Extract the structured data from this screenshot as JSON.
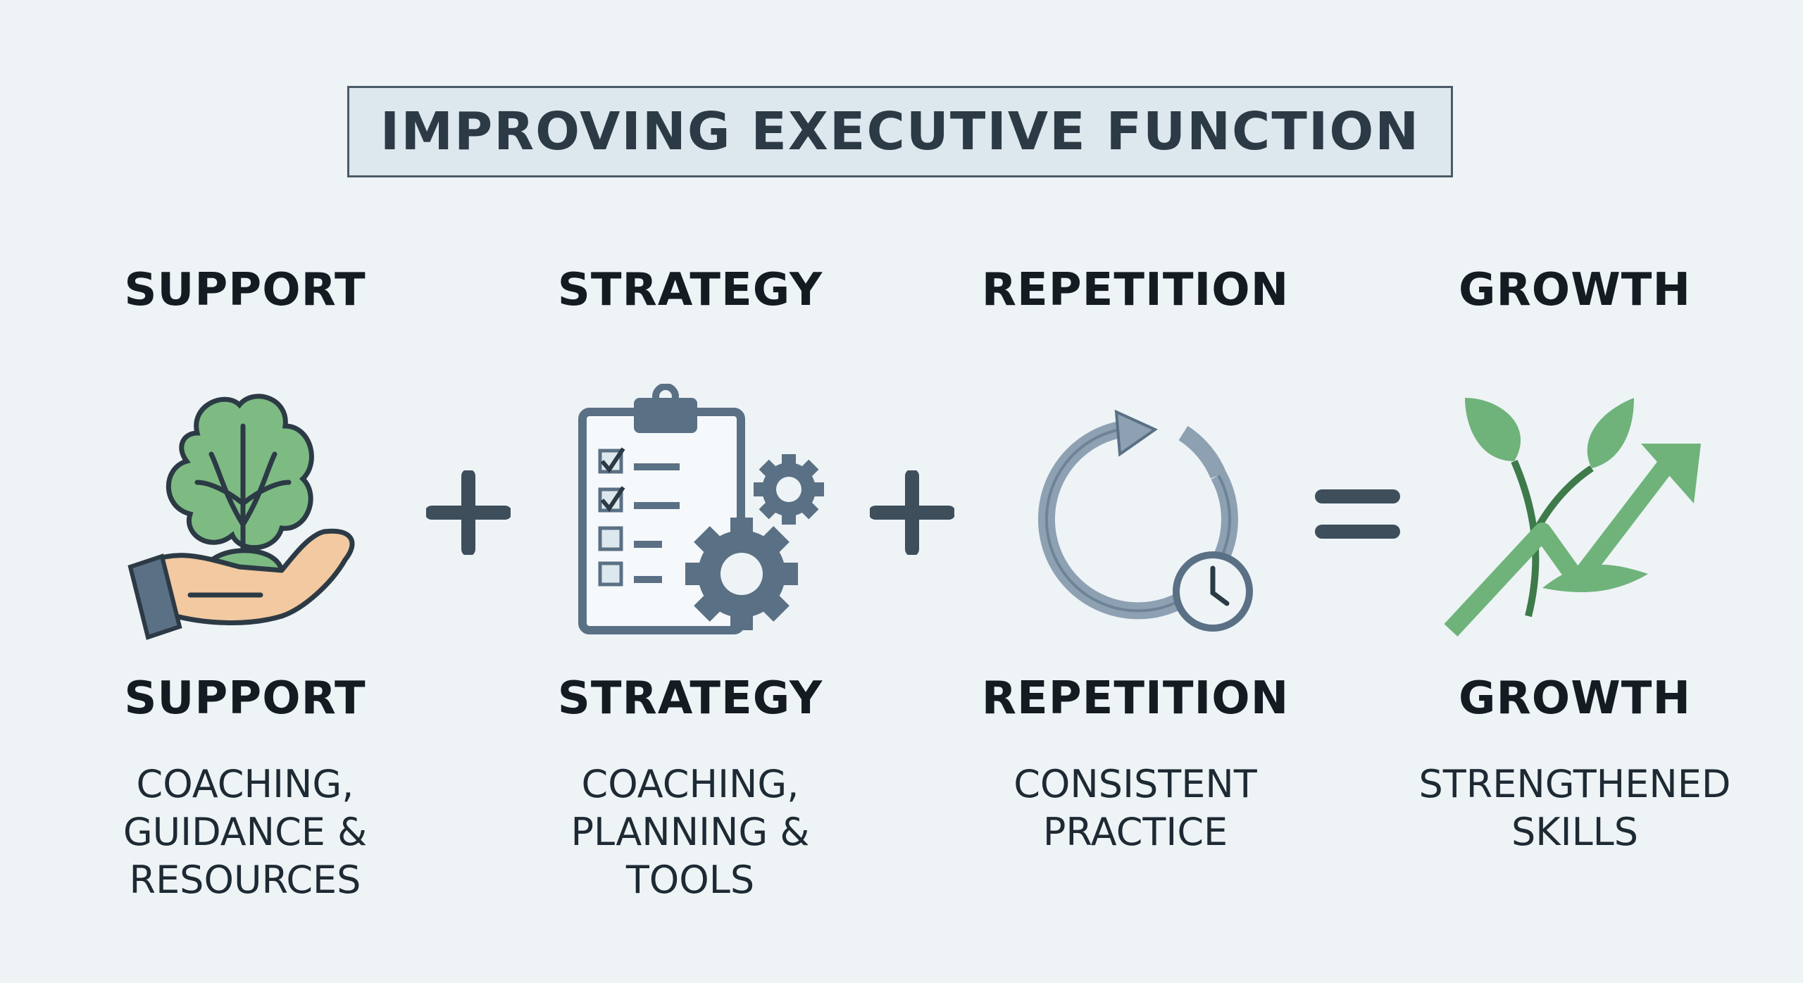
{
  "title": "IMPROVING EXECUTIVE FUNCTION",
  "colors": {
    "background": "#eef3f6",
    "dark": "#2c3a45",
    "slate": "#5a7084",
    "green": "#6fb37a",
    "skin": "#f2c9a0"
  },
  "columns": [
    {
      "heading": "SUPPORT",
      "subheading": "SUPPORT",
      "description": [
        "COACHING,",
        "GUIDANCE &",
        "RESOURCES"
      ],
      "icon": "hand-holding-tree-icon"
    },
    {
      "heading": "STRATEGY",
      "subheading": "STRATEGY",
      "description": [
        "COACHING,",
        "PLANNING &",
        "TOOLS"
      ],
      "icon": "clipboard-gears-icon"
    },
    {
      "heading": "REPETITION",
      "subheading": "REPETITION",
      "description": [
        "CONSISTENT",
        "PRACTICE"
      ],
      "icon": "cycle-clock-icon"
    },
    {
      "heading": "GROWTH",
      "subheading": "GROWTH",
      "description": [
        "STRENGTHENED",
        "SKILLS"
      ],
      "icon": "sprout-arrow-icon"
    }
  ],
  "operators": [
    "plus",
    "plus",
    "equals"
  ]
}
